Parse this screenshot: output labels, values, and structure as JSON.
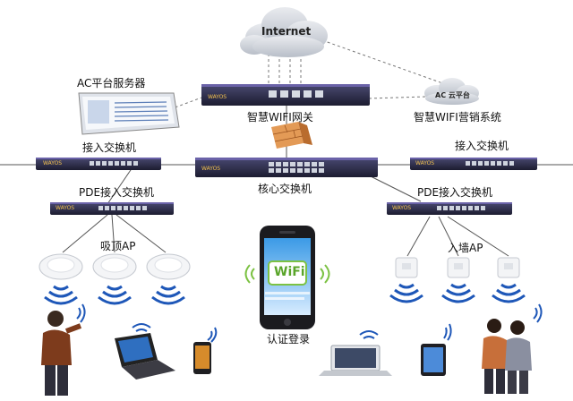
{
  "labels": {
    "internet": "Internet",
    "ac_server": "AC平台服务器",
    "wifi_gateway": "智慧WIFI网关",
    "ac_cloud": "AC 云平台",
    "wifi_marketing": "智慧WIFI营销系统",
    "access_switch_left": "接入交换机",
    "access_switch_right": "接入交换机",
    "core_switch": "核心交换机",
    "pde_switch_left": "PDE接入交换机",
    "pde_switch_right": "PDE接入交换机",
    "ceiling_ap": "吸顶AP",
    "wall_ap": "入墙AP",
    "auth_login": "认证登录",
    "wifi_logo": "WiFi",
    "brand": "WAYOS"
  },
  "colors": {
    "device_dark": "#2a2a44",
    "device_accent": "#5a4c9a",
    "cloud": "#cfd3da",
    "link": "#555555",
    "firewall": "#e39a56",
    "wifi_wave": "#1e57b8",
    "phone_screen": "#2e8ad8"
  }
}
